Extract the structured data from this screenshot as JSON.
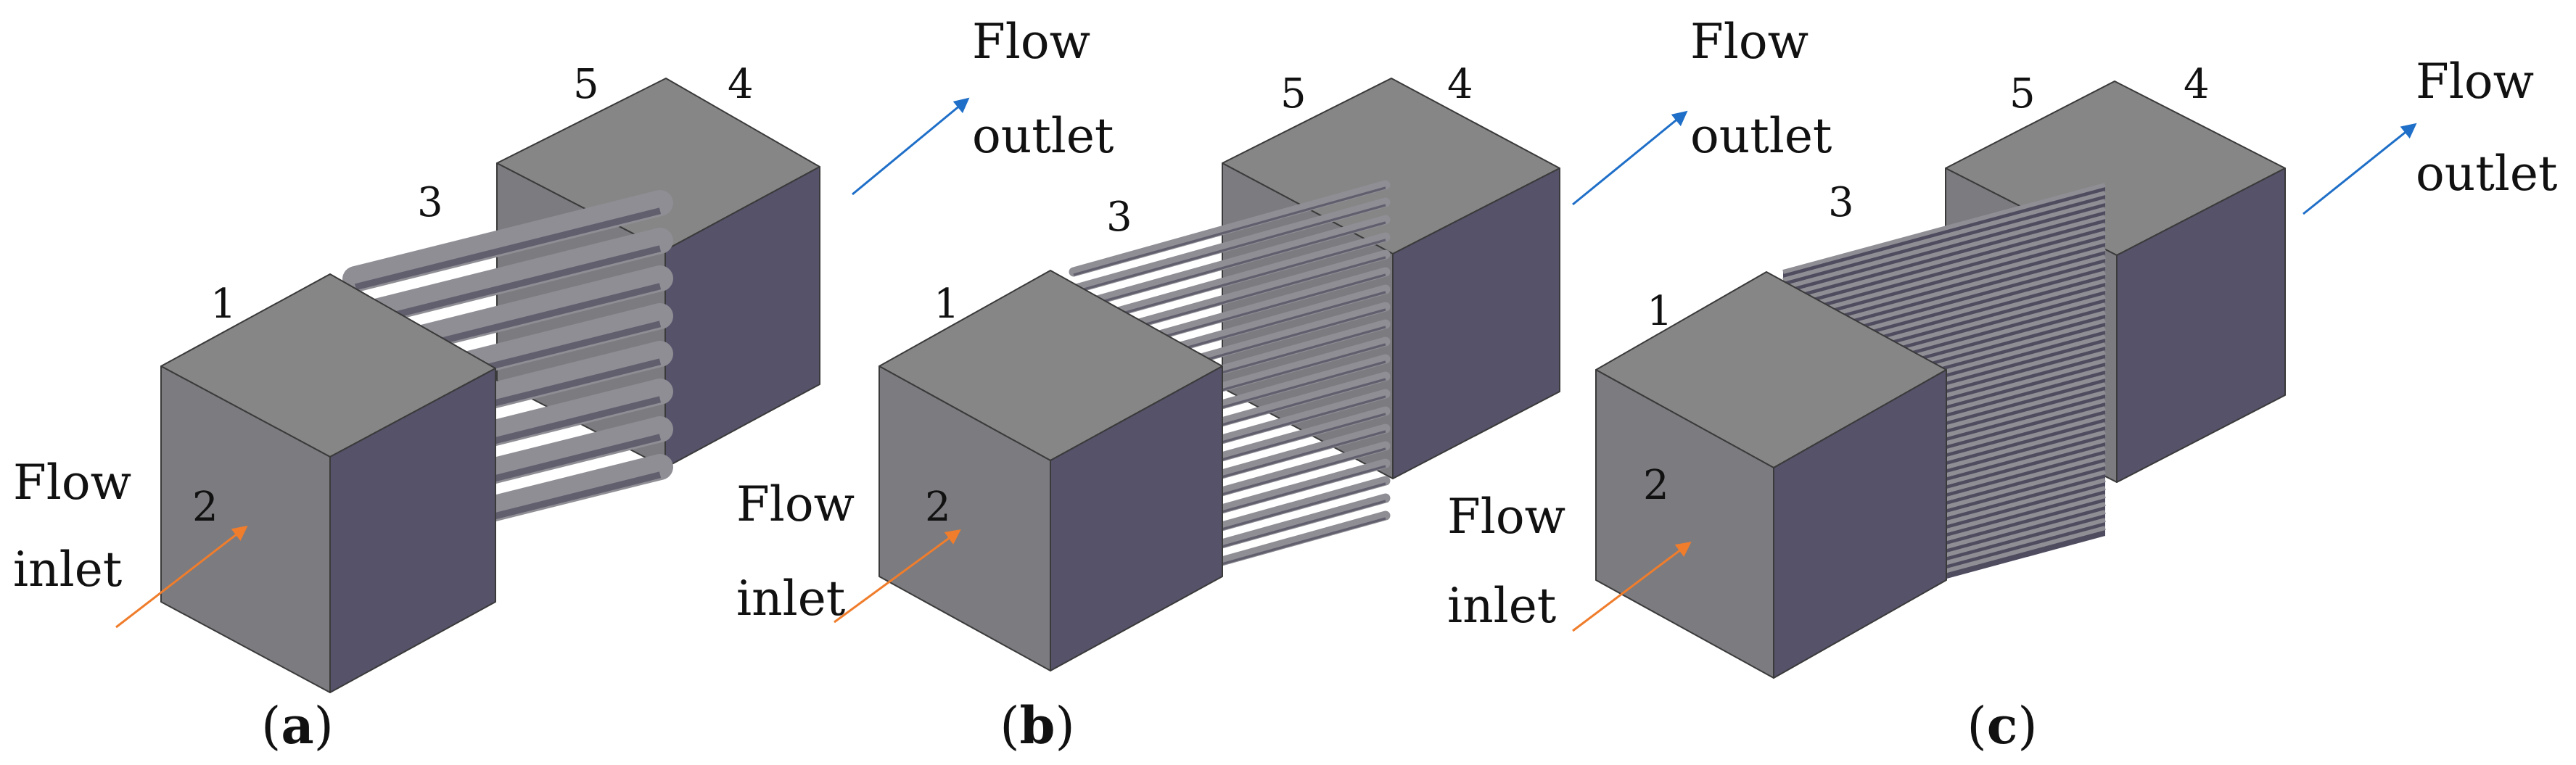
{
  "colors": {
    "top_face": "#868686",
    "front_face": "#7b7b80",
    "side_face": "#56526a",
    "edge": "#3a3a3a",
    "tube": "#8e8e94",
    "tube_dark": "#4e4c5e",
    "outlet_arrow": "#1f6fc8",
    "inlet_arrow": "#ef7d2c"
  },
  "panels": [
    {
      "caption": {
        "open": "(",
        "letter": "a",
        "close": ")"
      },
      "labels": {
        "n1": "1",
        "n2": "2",
        "n3": "3",
        "n4": "4",
        "n5": "5"
      },
      "inlet": {
        "line1": "Flow",
        "line2": "inlet"
      },
      "outlet": {
        "line1": "Flow",
        "line2": "outlet"
      },
      "tube_count": 8
    },
    {
      "caption": {
        "open": "(",
        "letter": "b",
        "close": ")"
      },
      "labels": {
        "n1": "1",
        "n2": "2",
        "n3": "3",
        "n4": "4",
        "n5": "5"
      },
      "inlet": {
        "line1": "Flow",
        "line2": "inlet"
      },
      "outlet": {
        "line1": "Flow",
        "line2": "outlet"
      },
      "tube_count": 20
    },
    {
      "caption": {
        "open": "(",
        "letter": "c",
        "close": ")"
      },
      "labels": {
        "n1": "1",
        "n2": "2",
        "n3": "3",
        "n4": "4",
        "n5": "5"
      },
      "inlet": {
        "line1": "Flow",
        "line2": "inlet"
      },
      "outlet": {
        "line1": "Flow",
        "line2": "outlet"
      },
      "tube_count": 44
    }
  ]
}
